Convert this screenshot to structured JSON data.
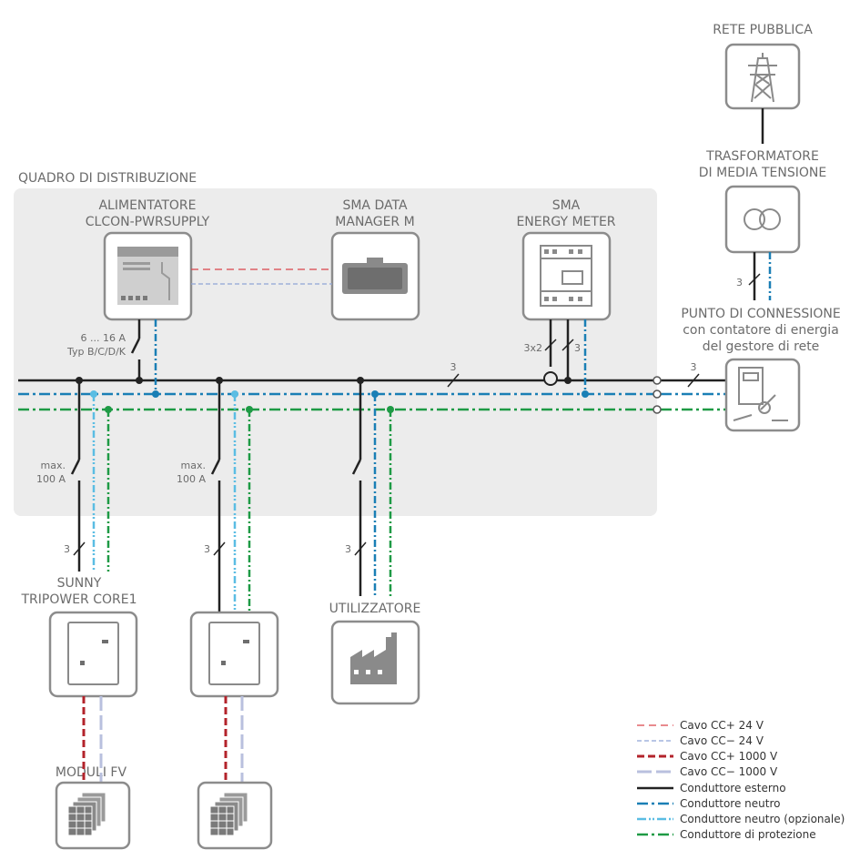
{
  "labels": {
    "distribution_board": "QUADRO DI DISTRIBUZIONE",
    "power_supply_l1": "ALIMENTATORE",
    "power_supply_l2": "CLCON-PWRSUPPLY",
    "data_manager_l1": "SMA DATA",
    "data_manager_l2": "MANAGER M",
    "energy_meter_l1": "SMA",
    "energy_meter_l2": "ENERGY METER",
    "public_grid": "RETE PUBBLICA",
    "transformer_l1": "TRASFORMATORE",
    "transformer_l2": "DI MEDIA TENSIONE",
    "connection_point_l1": "PUNTO DI CONNESSIONE",
    "connection_point_l2": "con contatore di energia",
    "connection_point_l3": "del gestore di rete",
    "inverter_l1": "SUNNY",
    "inverter_l2": "TRIPOWER CORE1",
    "consumer": "UTILIZZATORE",
    "pv_modules": "MODULI FV",
    "breaker_ps_l1": "6 ... 16 A",
    "breaker_ps_l2": "Typ B/C/D/K",
    "breaker_inv1_l1": "max.",
    "breaker_inv1_l2": "100 A",
    "breaker_inv2_l1": "max.",
    "breaker_inv2_l2": "100 A",
    "count_3": "3",
    "count_3x2": "3x2"
  },
  "legend": [
    {
      "label": "Cavo CC+ 24 V",
      "color": "#d9434a",
      "style": "dashed-thin"
    },
    {
      "label": "Cavo CC− 24 V",
      "color": "#8fa4d6",
      "style": "dashed-thin"
    },
    {
      "label": "Cavo CC+ 1000 V",
      "color": "#b3232b",
      "style": "dashed-thick"
    },
    {
      "label": "Cavo CC− 1000 V",
      "color": "#b9c0de",
      "style": "dashed-thick"
    },
    {
      "label": "Conduttore esterno",
      "color": "#222222",
      "style": "solid"
    },
    {
      "label": "Conduttore neutro",
      "color": "#1a7fb5",
      "style": "dashdot"
    },
    {
      "label": "Conduttore neutro (opzionale)",
      "color": "#5bbde3",
      "style": "dashdotdot"
    },
    {
      "label": "Conduttore di protezione",
      "color": "#1e9a45",
      "style": "dashdot"
    }
  ],
  "colors": {
    "outer_conductor": "#222222",
    "neutral": "#1a7fb5",
    "neutral_optional": "#5bbde3",
    "protective": "#1e9a45",
    "dc_plus_24": "#d9434a",
    "dc_minus_24": "#8fa4d6",
    "dc_plus_1000": "#b3232b",
    "dc_minus_1000": "#b9c0de",
    "board_background": "#ececec",
    "device_border": "#8c8c8c"
  }
}
